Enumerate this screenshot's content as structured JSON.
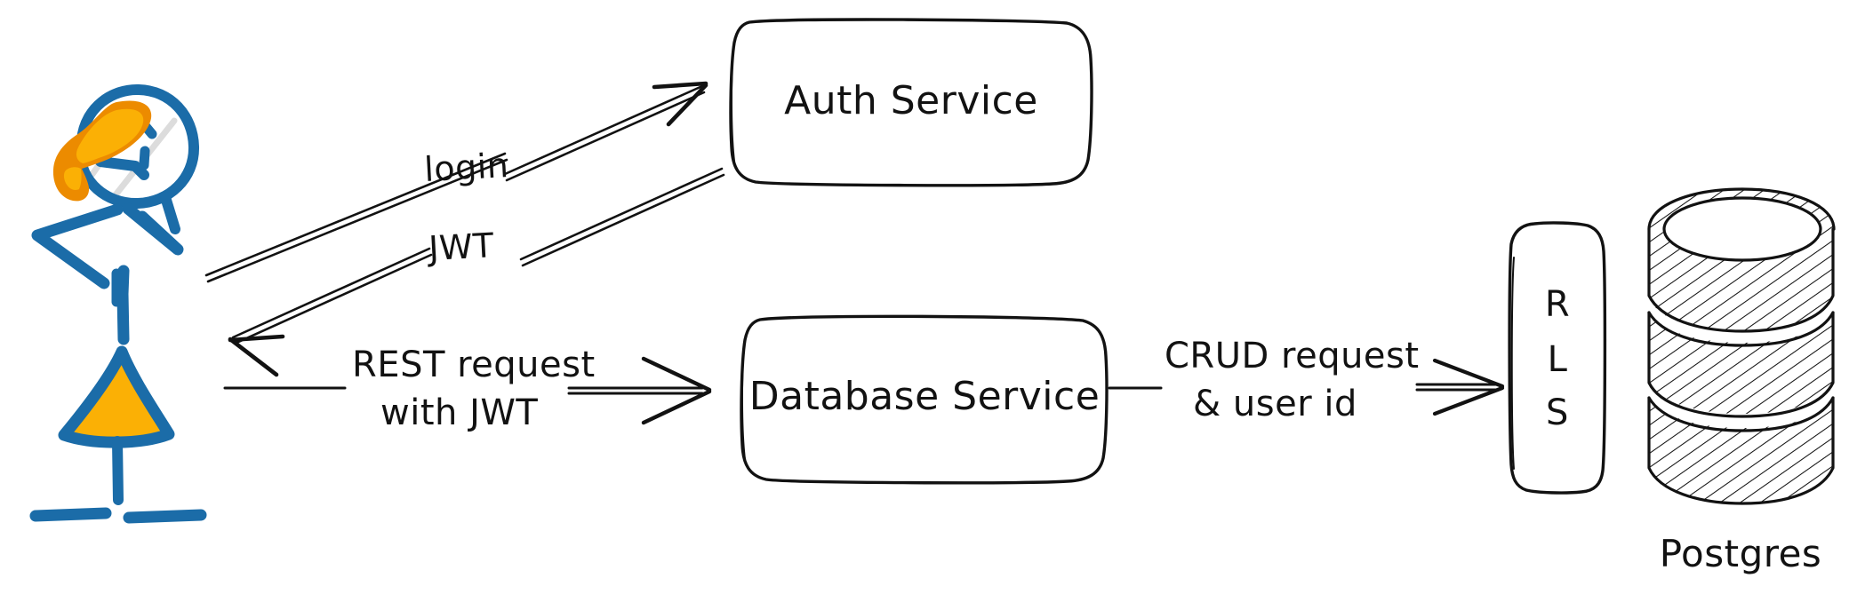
{
  "diagram": {
    "title": "Auth flow with JWT and Postgres RLS",
    "type": "architecture-flow",
    "background_color": "#ffffff",
    "ink_color": "#121212",
    "accent_blue": "#1b6ca8",
    "accent_orange_dark": "#ec8b00",
    "accent_orange_light": "#fbb005",
    "style": "hand-drawn",
    "actor": {
      "name": "user-stick-figure",
      "label": "",
      "colors": {
        "body": "#1b6ca8",
        "bow": "#ec8b00",
        "bow_inner": "#fbb005",
        "skirt": "#fbb005"
      }
    },
    "nodes": [
      {
        "id": "auth-service",
        "label": "Auth Service",
        "shape": "rounded-rect"
      },
      {
        "id": "database-service",
        "label": "Database Service",
        "shape": "rounded-rect"
      },
      {
        "id": "rls",
        "label": "RLS",
        "label_letters": [
          "R",
          "L",
          "S"
        ],
        "shape": "tall-rounded-rect"
      },
      {
        "id": "postgres",
        "label": "Postgres",
        "shape": "database-cylinder",
        "tiers": 3
      }
    ],
    "edges": [
      {
        "id": "login-edge",
        "label": "login",
        "from": "user",
        "to": "auth-service",
        "direction": "forward",
        "arrow": true
      },
      {
        "id": "jwt-edge",
        "label": "JWT",
        "from": "auth-service",
        "to": "user",
        "direction": "backward",
        "arrow": true
      },
      {
        "id": "rest-edge",
        "label_lines": [
          "REST request",
          "with JWT"
        ],
        "from": "user",
        "to": "database-service",
        "direction": "forward",
        "arrow": true
      },
      {
        "id": "crud-edge",
        "label_lines": [
          "CRUD request",
          "& user id"
        ],
        "from": "database-service",
        "to": "rls",
        "direction": "forward",
        "arrow": true
      }
    ]
  }
}
